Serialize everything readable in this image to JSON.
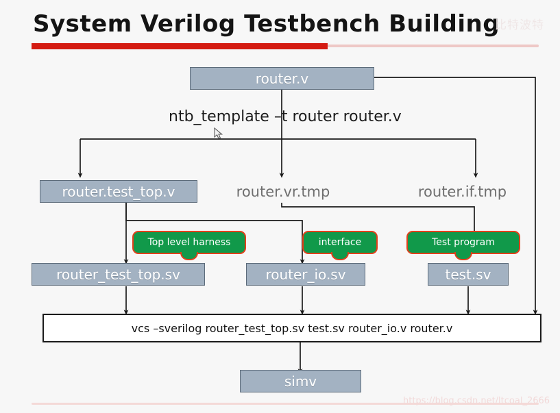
{
  "slide": {
    "title": "System Verilog Testbench Building",
    "background_color": "#f7f7f7",
    "accent_rule_color": "#d41b12",
    "light_rule_color": "#eec8c6"
  },
  "watermarks": {
    "top_right": "比特波特",
    "bottom_right": "https://blog.csdn.net/ltcoal_2666"
  },
  "diagram": {
    "type": "flowchart",
    "box_fill_color": "#a3b2c2",
    "box_border_color": "#5c6b7a",
    "callout_fill_color": "#11994a",
    "callout_border_color": "#e0401b",
    "source_box": {
      "label": "router.v"
    },
    "command_top": {
      "label": "ntb_template –t router router.v"
    },
    "generated": [
      {
        "label": "router.test_top.v",
        "kind": "box"
      },
      {
        "label": "router.vr.tmp",
        "kind": "plain-text"
      },
      {
        "label": "router.if.tmp",
        "kind": "plain-text"
      }
    ],
    "callouts": [
      {
        "label": "Top level harness"
      },
      {
        "label": "interface"
      },
      {
        "label": "Test program"
      }
    ],
    "sv_files": [
      {
        "label": "router_test_top.sv"
      },
      {
        "label": "router_io.sv"
      },
      {
        "label": "test.sv"
      }
    ],
    "compile_command": {
      "label": "vcs –sverilog router_test_top.sv test.sv router_io.v router.v"
    },
    "output_box": {
      "label": "simv"
    }
  }
}
